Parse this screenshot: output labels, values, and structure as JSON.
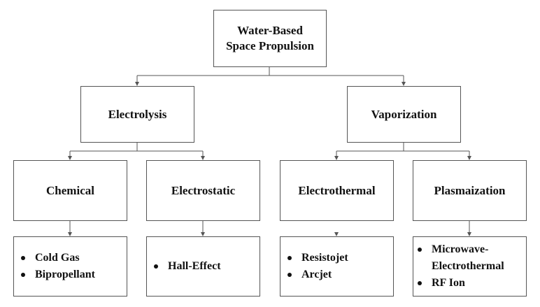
{
  "root": {
    "line1": "Water-Based",
    "line2": "Space Propulsion"
  },
  "branches": {
    "electrolysis": "Electrolysis",
    "vaporization": "Vaporization"
  },
  "methods": {
    "chemical": "Chemical",
    "electrostatic": "Electrostatic",
    "electrothermal": "Electrothermal",
    "plasmaization": "Plasmaization"
  },
  "leaves": {
    "chemical": [
      "Cold Gas",
      "Bipropellant"
    ],
    "electrostatic": [
      "Hall-Effect"
    ],
    "electrothermal": [
      "Resistojet",
      "Arcjet"
    ],
    "plasmaization": {
      "microwave_part1": "Microwave-",
      "microwave_part2": "Electrothermal",
      "rf_ion": "RF Ion"
    }
  },
  "colors": {
    "line": "#555555",
    "text": "#111111"
  }
}
